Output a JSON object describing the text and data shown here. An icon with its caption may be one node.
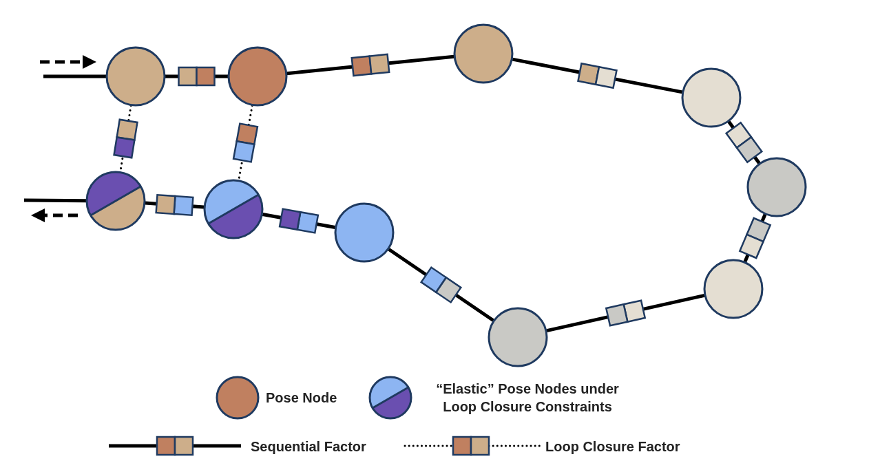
{
  "diagram": {
    "nodes": [
      {
        "text": [],
        "shape": "circle"
      },
      {
        "text": [],
        "shape": "circle"
      },
      {
        "text": [],
        "shape": "circle"
      },
      {
        "text": [],
        "shape": "circle"
      },
      {
        "text": [],
        "shape": "circle"
      },
      {
        "text": [],
        "shape": "circle"
      },
      {
        "text": [],
        "shape": "circle"
      },
      {
        "text": [],
        "shape": "circle"
      },
      {
        "text": [],
        "shape": "circle"
      },
      {
        "text": [],
        "shape": "circle"
      }
    ],
    "edges": [
      {
        "from": null,
        "to": 0,
        "arrow": "none"
      },
      {
        "from": 0,
        "to": 1,
        "arrow": "none"
      },
      {
        "from": 1,
        "to": 2,
        "arrow": "none"
      },
      {
        "from": 2,
        "to": 3,
        "arrow": "none"
      },
      {
        "from": 3,
        "to": 4,
        "arrow": "none"
      },
      {
        "from": 4,
        "to": 5,
        "arrow": "none"
      },
      {
        "from": 5,
        "to": 6,
        "arrow": "none"
      },
      {
        "from": 6,
        "to": 7,
        "arrow": "none"
      },
      {
        "from": 7,
        "to": 8,
        "arrow": "none"
      },
      {
        "from": 8,
        "to": 9,
        "arrow": "none"
      },
      {
        "from": 9,
        "to": null,
        "arrow": "none"
      },
      {
        "from": 0,
        "to": 9,
        "arrow": "none",
        "style": "dashed"
      },
      {
        "from": 1,
        "to": 8,
        "arrow": "none",
        "style": "dashed"
      }
    ],
    "legend": [
      {
        "text": "Pose Node"
      },
      {
        "text": "“Elastic” Pose Nodes under Loop Closure Constraints"
      },
      {
        "text": "Sequential Factor"
      },
      {
        "text": "Loop Closure Factor"
      }
    ]
  }
}
